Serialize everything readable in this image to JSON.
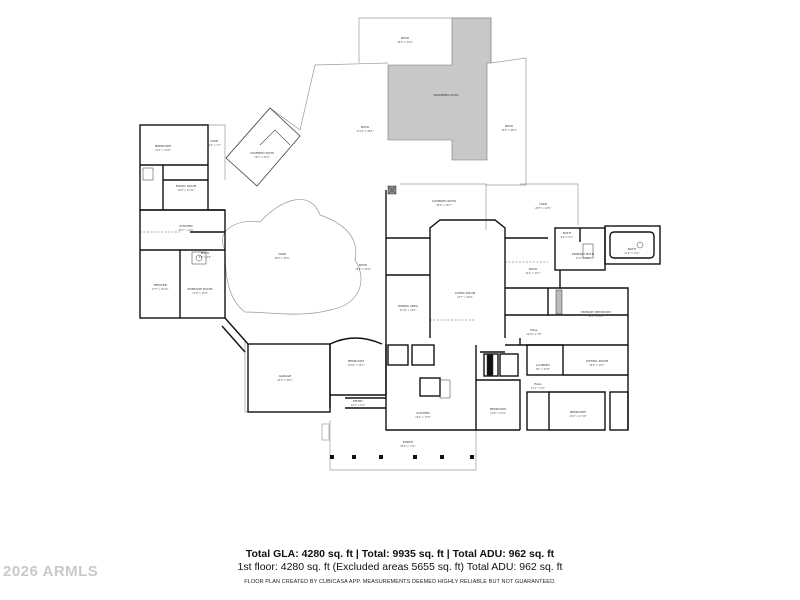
{
  "rooms": [
    {
      "id": "bedroom-nw",
      "label": "BEDROOM",
      "dim": "12'2\" x 15'8\""
    },
    {
      "id": "family-room",
      "label": "FAMILY ROOM",
      "dim": "14'6\" x 13'11\""
    },
    {
      "id": "yard-north",
      "label": "YARD",
      "dim": "12'4\" x 7'7\""
    },
    {
      "id": "covered-patio-nw",
      "label": "COVERED PATIO",
      "dim": "19'1\" x 20'3\""
    },
    {
      "id": "patio-main",
      "label": "PATIO",
      "dim": "47'10\" x 48'5\""
    },
    {
      "id": "patio-top",
      "label": "PATIO",
      "dim": "28'5\" x 11'6\""
    },
    {
      "id": "swimming-pool",
      "label": "SWIMMING POOL",
      "dim": ""
    },
    {
      "id": "deck",
      "label": "DECK",
      "dim": "15'5\" x 46'9\""
    },
    {
      "id": "kitchen-adu",
      "label": "KITCHEN",
      "dim": "10'2\" x 11'6\""
    },
    {
      "id": "bath-adu",
      "label": "BATH",
      "dim": "9'6\" x 4'9\""
    },
    {
      "id": "theater",
      "label": "THEATER",
      "dim": "17'5\" x 18'10\""
    },
    {
      "id": "exercise-room",
      "label": "EXERCISE ROOM",
      "dim": "11'8\" x 16'9\""
    },
    {
      "id": "yard-main",
      "label": "YARD",
      "dim": "36'9\" x 36'5\""
    },
    {
      "id": "patio-center",
      "label": "PATIO",
      "dim": "16'6\" x 36'8\""
    },
    {
      "id": "covered-patio-center",
      "label": "COVERED PATIO",
      "dim": "40'0\" x 16'7\""
    },
    {
      "id": "yard-east",
      "label": "YARD",
      "dim": "29'5\" x 12'8\""
    },
    {
      "id": "dining-area",
      "label": "DINING AREA",
      "dim": "11'10\" x 16'5\""
    },
    {
      "id": "living-room",
      "label": "LIVING ROOM",
      "dim": "21'7\" x 30'9\""
    },
    {
      "id": "patio-east",
      "label": "PATIO",
      "dim": "14'4\" x 24'7\""
    },
    {
      "id": "bath-primary",
      "label": "BATH",
      "dim": "8'9\" x 6'1\""
    },
    {
      "id": "primary-bath",
      "label": "PRIMARY BATH",
      "dim": "9'11\" x 9'3\""
    },
    {
      "id": "bath-tub",
      "label": "BATH",
      "dim": "12'9\" x 13'2\""
    },
    {
      "id": "primary-bedroom",
      "label": "PRIMARY BEDROOM",
      "dim": "16'0\" x 14'8\""
    },
    {
      "id": "hall",
      "label": "HALL",
      "dim": "24'10\" x 5'8\""
    },
    {
      "id": "sitting-room",
      "label": "SITTING ROOM",
      "dim": "16'6\" x 10'7\""
    },
    {
      "id": "laundry",
      "label": "LAUNDRY",
      "dim": "8'1\" x 10'8\""
    },
    {
      "id": "garage",
      "label": "GARAGE",
      "dim": "23'0\" x 28'1\""
    },
    {
      "id": "bedroom-center",
      "label": "BEDROOM",
      "dim": "13'10\" x 14'7\""
    },
    {
      "id": "kitchen-main",
      "label": "KITCHEN",
      "dim": "22'4\" x 17'6\""
    },
    {
      "id": "entry",
      "label": "ENTRY",
      "dim": "10'7\" x 6'4\""
    },
    {
      "id": "porch",
      "label": "PORCH",
      "dim": "45'9\" x 7'11\""
    },
    {
      "id": "bedroom-south",
      "label": "BEDROOM",
      "dim": "13'0\" x 13'4\""
    },
    {
      "id": "bedroom-se",
      "label": "BEDROOM",
      "dim": "11'9\" x 17'10\""
    },
    {
      "id": "hall-south",
      "label": "HALL",
      "dim": "13'1\" x 5'0\""
    }
  ],
  "summary": {
    "line1": "Total GLA: 4280 sq. ft | Total: 9935 sq. ft | Total ADU: 962 sq. ft",
    "line2": "1st floor: 4280 sq. ft (Excluded areas 5655 sq. ft) Total ADU: 962 sq. ft",
    "disclaimer": "FLOOR PLAN CREATED BY CUBICASA APP. MEASUREMENTS DEEMED HIGHLY RELIABLE BUT NOT GUARANTEED."
  },
  "watermark": "2026 ARMLS",
  "colors": {
    "wall": "#111111",
    "pool": "#c8c8c8",
    "outline": "#9a9a9a"
  }
}
